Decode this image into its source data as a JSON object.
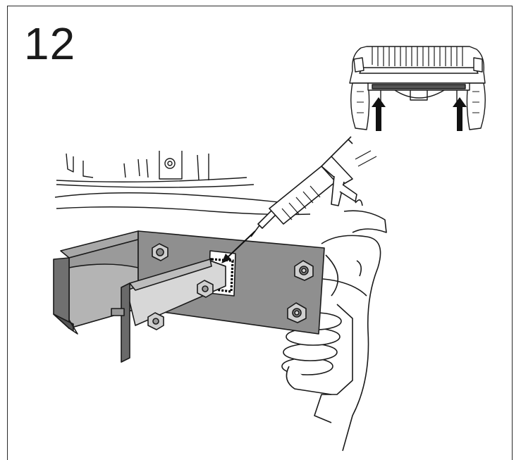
{
  "step": {
    "number": "12"
  },
  "colors": {
    "line": "#1a1a1a",
    "bracket_gray": "#8c8c8c",
    "bracket_dark": "#5e5e5e",
    "bar_light": "#cfcfcf",
    "arrow": "#111111"
  },
  "illustration": {
    "inset": "vehicle-rear-view-with-arrows",
    "main": "sealant-applied-to-hitch-bracket-opening"
  }
}
